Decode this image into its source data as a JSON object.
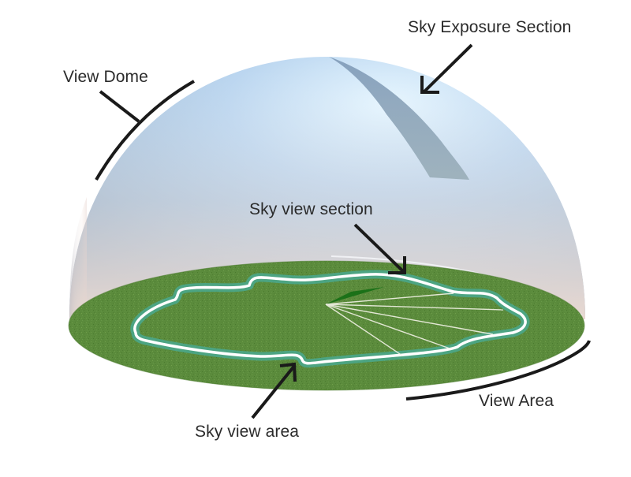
{
  "diagram": {
    "labels": {
      "sky_exposure_section": "Sky Exposure Section",
      "view_dome": "View Dome",
      "sky_view_section": "Sky view section",
      "sky_view_area": "Sky view area",
      "view_area": "View Area"
    },
    "colors": {
      "dome_top": "#a9c8ea",
      "dome_left": "#7d9fc0",
      "dome_bottom": "#e8d8d0",
      "exposure_band": "#8fa8b8",
      "ground": "#5a8a3a",
      "ground_dark": "#4a7a2c",
      "boundary_glow": "#4aa88e",
      "boundary_line": "#ffffff",
      "section_wedge": "#1a6e1a",
      "annotation_stroke": "#1a1a1a",
      "text": "#2b2b2b"
    }
  }
}
